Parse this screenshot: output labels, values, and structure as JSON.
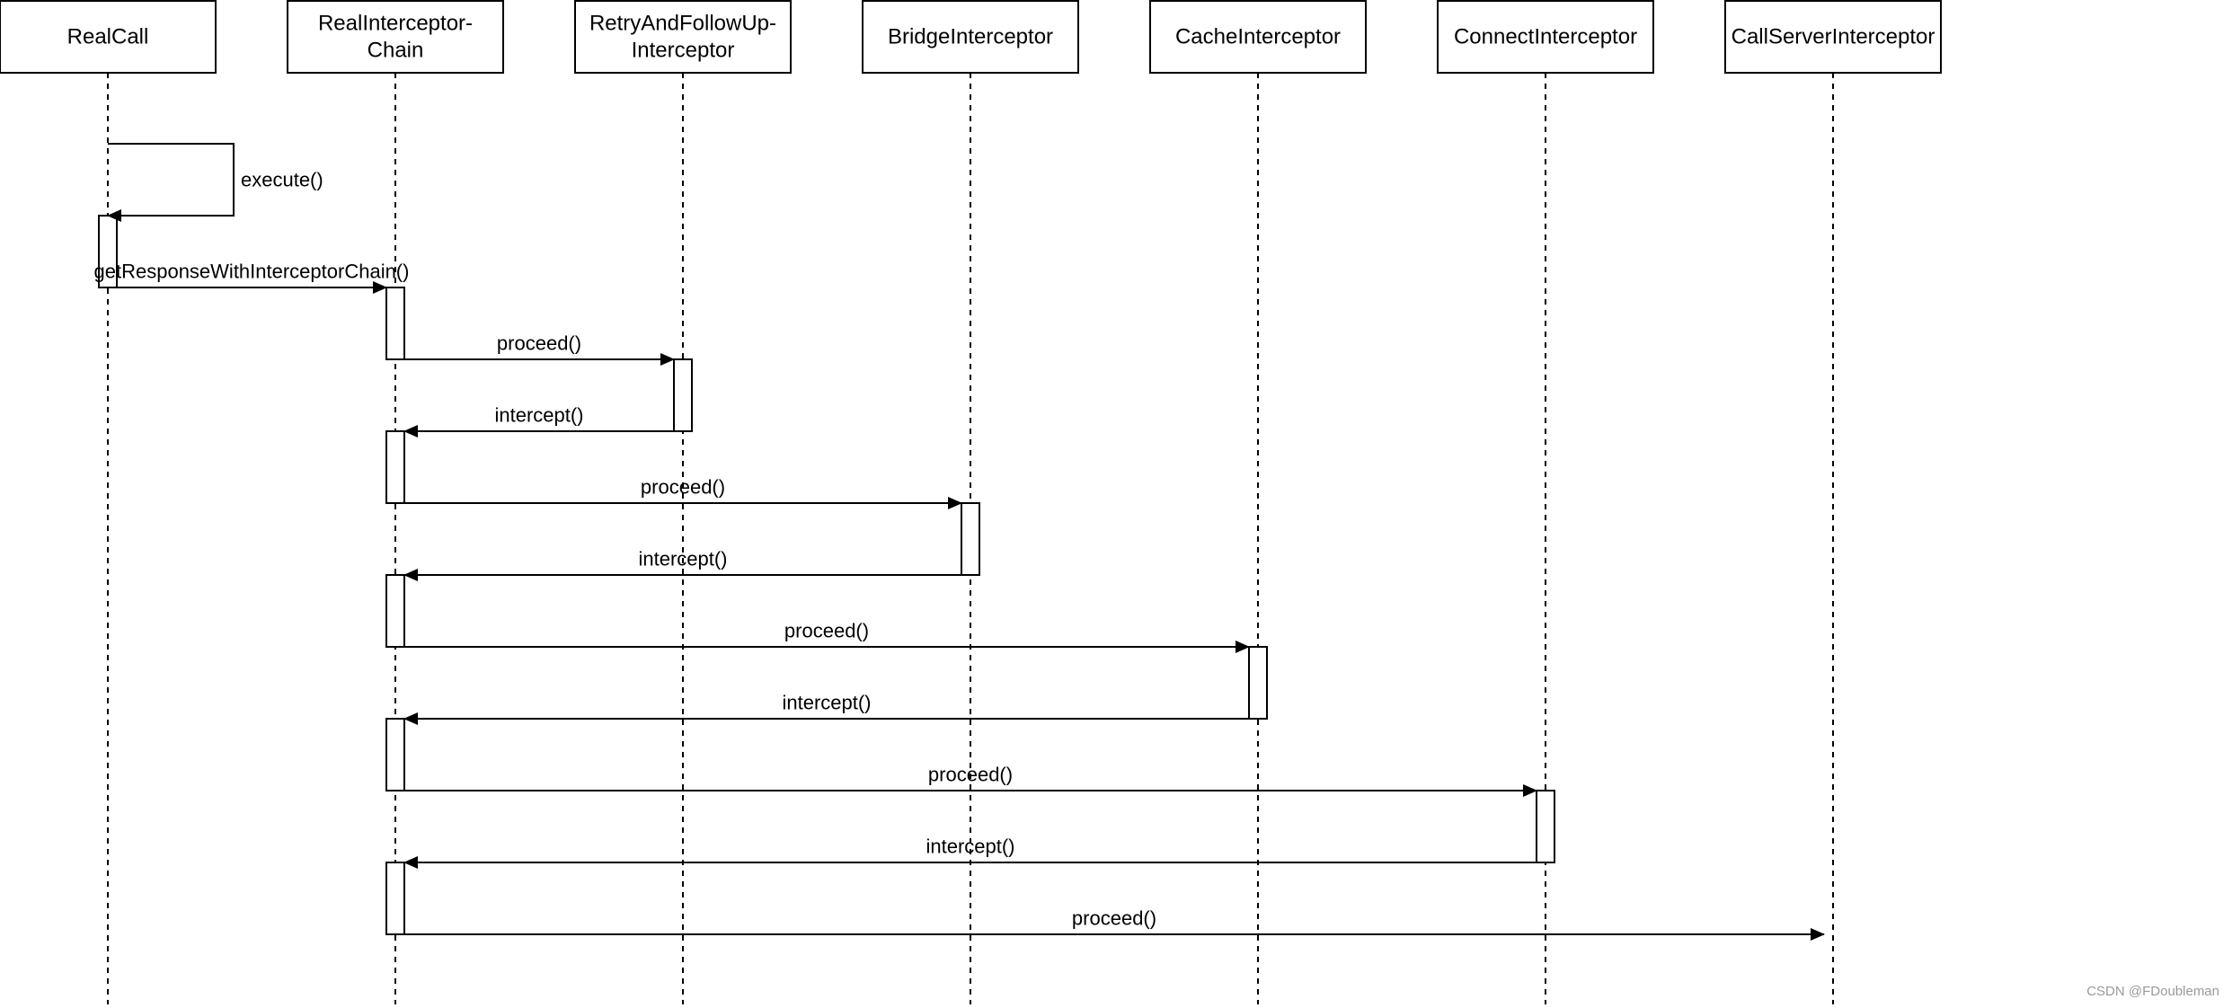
{
  "participants": [
    {
      "id": "realcall",
      "lines": [
        "RealCall"
      ]
    },
    {
      "id": "chain",
      "lines": [
        "RealInterceptor-",
        "Chain"
      ]
    },
    {
      "id": "retry",
      "lines": [
        "RetryAndFollowUp-",
        "Interceptor"
      ]
    },
    {
      "id": "bridge",
      "lines": [
        "BridgeInterceptor"
      ]
    },
    {
      "id": "cache",
      "lines": [
        "CacheInterceptor"
      ]
    },
    {
      "id": "connect",
      "lines": [
        "ConnectInterceptor"
      ]
    },
    {
      "id": "callserver",
      "lines": [
        "CallServerInterceptor"
      ]
    }
  ],
  "messages": [
    {
      "from": 0,
      "to": 0,
      "label": "execute()",
      "self": true
    },
    {
      "from": 0,
      "to": 1,
      "label": "getResponseWithInterceptorChain()"
    },
    {
      "from": 1,
      "to": 2,
      "label": "proceed()"
    },
    {
      "from": 2,
      "to": 1,
      "label": "intercept()"
    },
    {
      "from": 1,
      "to": 3,
      "label": "proceed()"
    },
    {
      "from": 3,
      "to": 1,
      "label": "intercept()"
    },
    {
      "from": 1,
      "to": 4,
      "label": "proceed()"
    },
    {
      "from": 4,
      "to": 1,
      "label": "intercept()"
    },
    {
      "from": 1,
      "to": 5,
      "label": "proceed()"
    },
    {
      "from": 5,
      "to": 1,
      "label": "intercept()"
    },
    {
      "from": 1,
      "to": 6,
      "label": "proceed()"
    }
  ],
  "watermark": "CSDN @FDoubleman"
}
